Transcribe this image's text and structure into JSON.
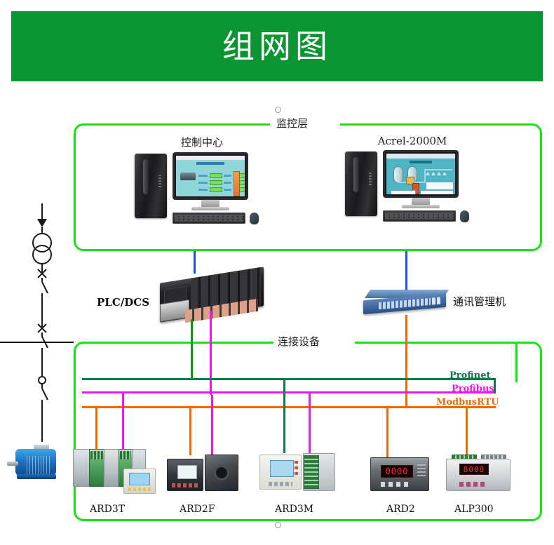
{
  "header": {
    "title": "组网图"
  },
  "zones": {
    "monitoring": {
      "label": "监控层"
    },
    "connected": {
      "label": "连接设备"
    }
  },
  "workstations": [
    {
      "name": "控制中心",
      "screen": "scada-motor-overview"
    },
    {
      "name": "Acrel-2000M",
      "screen": "process-mimic"
    }
  ],
  "middleware": {
    "plc": {
      "label": "PLC/DCS"
    },
    "gateway": {
      "label": "通讯管理机"
    }
  },
  "protocols": [
    {
      "name": "Profinet",
      "color": "#0b7a46"
    },
    {
      "name": "Profibus",
      "color": "#ef17ef"
    },
    {
      "name": "ModbusRTU",
      "color": "#ec6a0a"
    }
  ],
  "devices": [
    {
      "label": "ARD3T",
      "bus": "Profibus"
    },
    {
      "label": "ARD2F",
      "bus": "Profibus"
    },
    {
      "label": "ARD3M",
      "bus": "Profinet"
    },
    {
      "label": "ARD2",
      "bus": "ModbusRTU"
    },
    {
      "label": "ALP300",
      "bus": "ModbusRTU"
    }
  ],
  "device_readouts": {
    "ard2_display": "0000",
    "alp300_display": "8008"
  },
  "colors": {
    "banner_green": "#0a9432",
    "zone_green": "#19e219",
    "ethernet_blue": "#2050dd",
    "profinet": "#0b7a46",
    "profibus": "#ef17ef",
    "modbus": "#ec6a0a"
  }
}
